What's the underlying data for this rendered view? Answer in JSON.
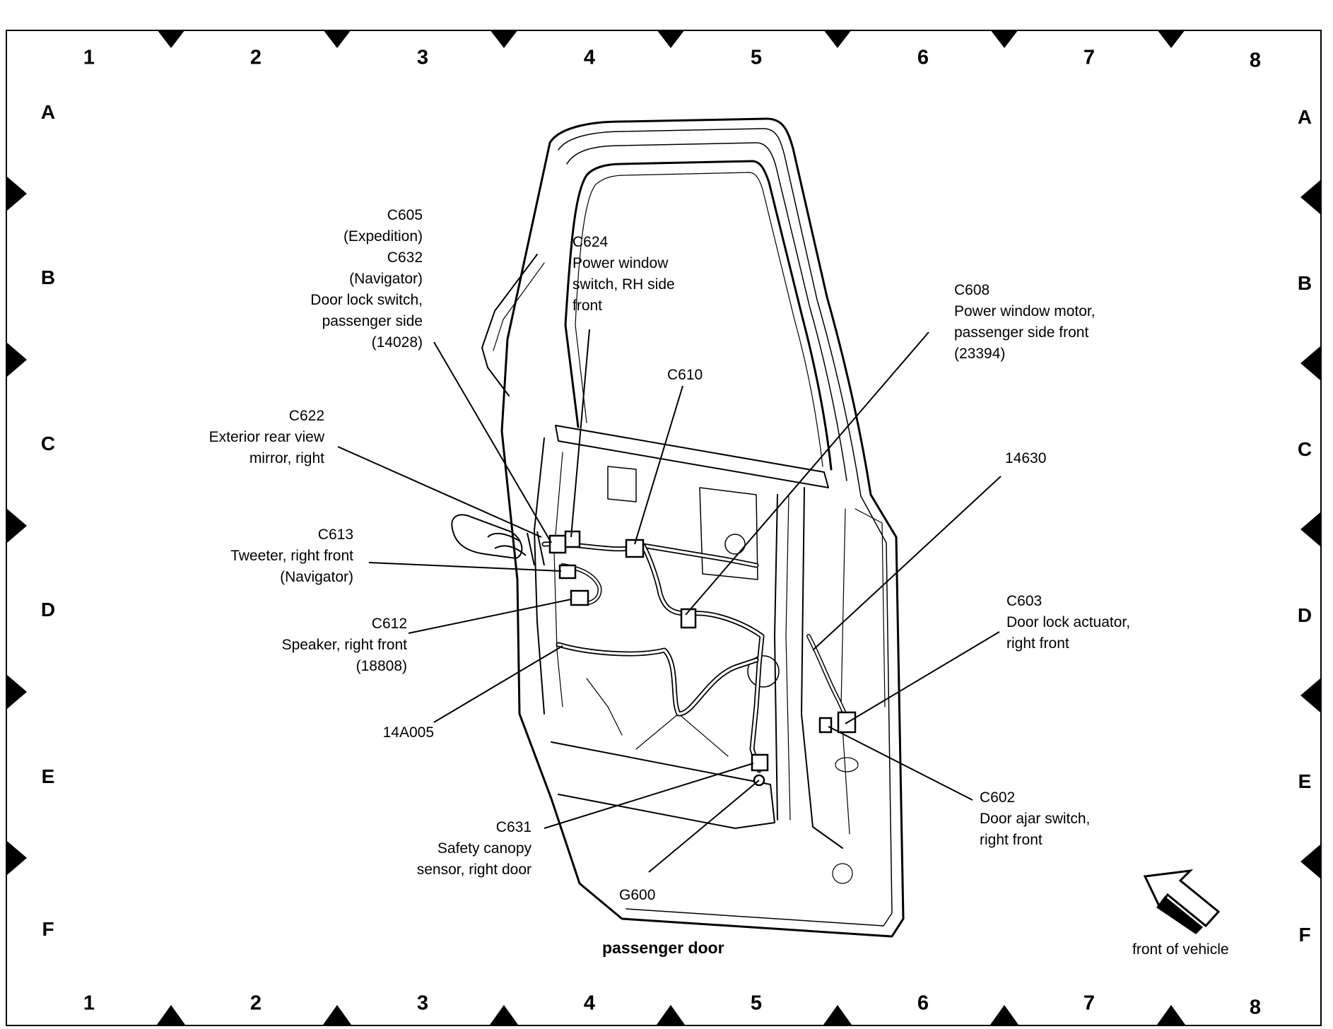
{
  "grid": {
    "columns": [
      "1",
      "2",
      "3",
      "4",
      "5",
      "6",
      "7",
      "8"
    ],
    "rows": [
      "A",
      "B",
      "C",
      "D",
      "E",
      "F"
    ]
  },
  "caption": "passenger door",
  "orientation_label": "front of vehicle",
  "callouts": {
    "c605": [
      "C605",
      "(Expedition)",
      "C632",
      "(Navigator)",
      "Door lock switch,",
      "passenger side",
      "(14028)"
    ],
    "c624": [
      "C624",
      "Power window",
      "switch, RH side",
      "front"
    ],
    "c610": [
      "C610"
    ],
    "c608": [
      "C608",
      "Power window motor,",
      "passenger side front",
      "(23394)"
    ],
    "c622": [
      "C622",
      "Exterior rear view",
      "mirror, right"
    ],
    "c14630": [
      "14630"
    ],
    "c613": [
      "C613",
      "Tweeter, right front",
      "(Navigator)"
    ],
    "c603": [
      "C603",
      "Door lock actuator,",
      "right front"
    ],
    "c612": [
      "C612",
      "Speaker, right front",
      "(18808)"
    ],
    "c14a005": [
      "14A005"
    ],
    "c602": [
      "C602",
      "Door ajar switch,",
      "right front"
    ],
    "c631": [
      "C631",
      "Safety canopy",
      "sensor, right door"
    ],
    "g600": [
      "G600"
    ]
  }
}
